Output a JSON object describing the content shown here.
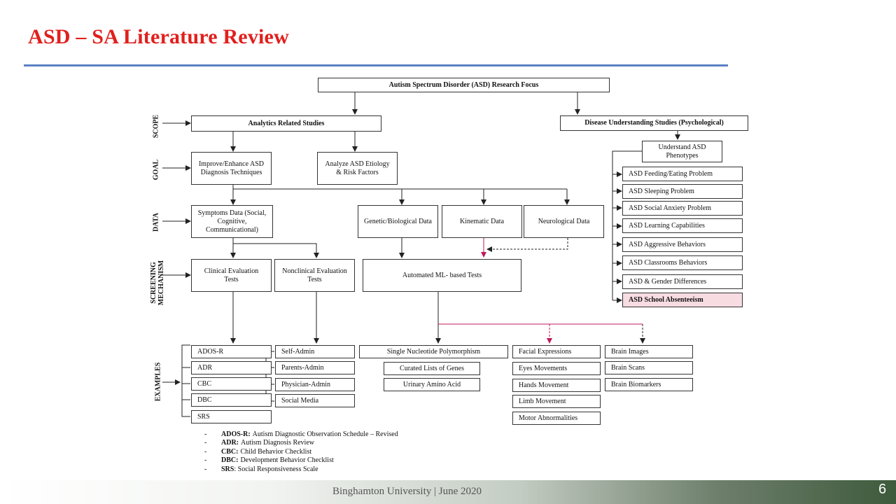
{
  "slide": {
    "title": "ASD – SA Literature Review",
    "footer": "Binghamton University | June 2020",
    "page_number": "6"
  },
  "diagram": {
    "nodes": {
      "root": "Autism Spectrum Disorder (ASD) Research Focus",
      "analytics": "Analytics Related Studies",
      "disease": "Disease Understanding Studies (Psychological)",
      "improve": "Improve/Enhance ASD Diagnosis Techniques",
      "etiology": "Analyze ASD Etiology & Risk Factors",
      "phenotypes": "Understand ASD Phenotypes",
      "symptoms": "Symptoms Data (Social, Cognitive, Communicational)",
      "genetic": "Genetic/Biological Data",
      "kinematic": "Kinematic Data",
      "neuro": "Neurological Data",
      "clinical": "Clinical Evaluation Tests",
      "nonclinical": "Nonclinical Evaluation Tests",
      "ml": "Automated ML- based Tests"
    },
    "side_labels": [
      "SCOPE",
      "GOAL",
      "DATA",
      "SCREENING MECHANISM",
      "EXAMPLES"
    ],
    "phenotype_items": [
      "ASD Feeding/Eating Problem",
      "ASD Sleeping Problem",
      "ASD Social Anxiety Problem",
      "ASD Learning Capabilities",
      "ASD Aggressive Behaviors",
      "ASD Classrooms Behaviors",
      "ASD & Gender Differences",
      "ASD School Absenteeism"
    ],
    "examples": {
      "clinical": [
        "ADOS-R",
        "ADR",
        "CBC",
        "DBC",
        "SRS"
      ],
      "nonclinical": [
        "Self-Admin",
        "Parents-Admin",
        "Physician-Admin",
        "Social Media"
      ],
      "genetic": [
        "Single Nucleotide Polymorphism",
        "Curated Lists of Genes",
        "Urinary Amino Acid"
      ],
      "kinematic": [
        "Facial Expressions",
        "Eyes Movements",
        "Hands Movement",
        "Limb Movement",
        "Motor Abnormalities"
      ],
      "neuro": [
        "Brain Images",
        "Brain Scans",
        "Brain Biomarkers"
      ]
    },
    "abbreviations": [
      {
        "abbr": "ADOS-R:",
        "text": "Autism Diagnostic Observation Schedule – Revised"
      },
      {
        "abbr": "ADR:",
        "text": "Autism Diagnosis Review"
      },
      {
        "abbr": "CBC:",
        "text": "Child Behavior Checklist"
      },
      {
        "abbr": "DBC:",
        "text": "Development Behavior Checklist"
      },
      {
        "abbr": "SRS",
        "text": ": Social Responsiveness Scale"
      }
    ],
    "colors": {
      "title": "#e0201d",
      "title_rule": "#5b80c4",
      "highlight": "#f7dce2",
      "accent_arrow": "#c2185b"
    }
  }
}
